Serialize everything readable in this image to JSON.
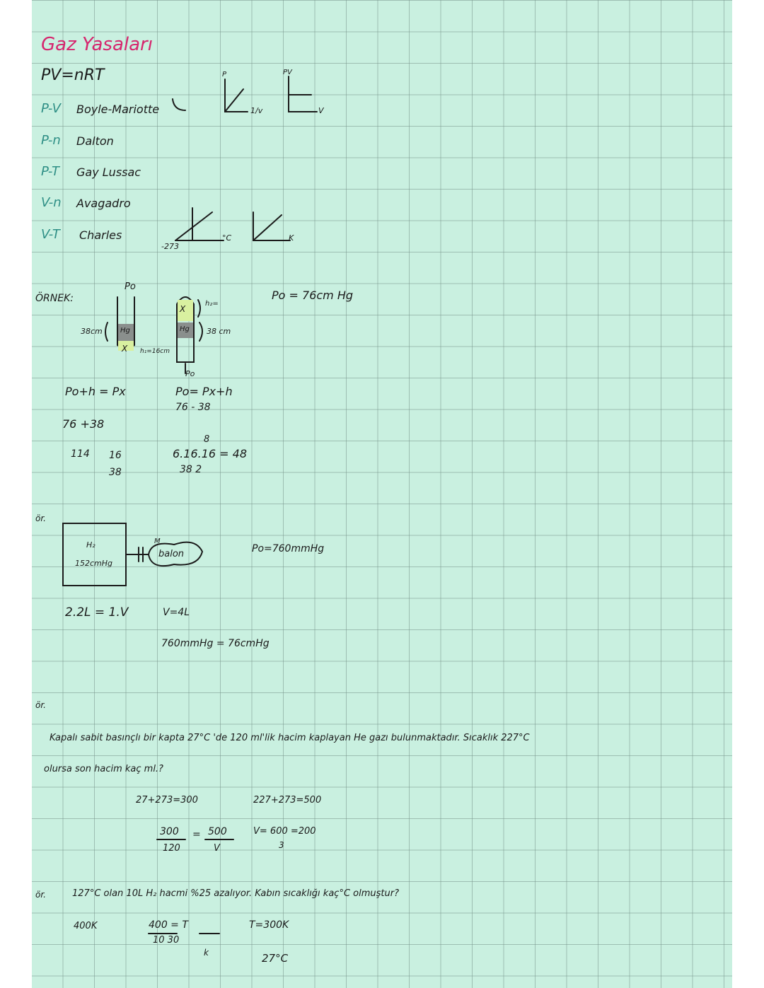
{
  "title": "Gaz Yasaları",
  "formula": "PV=nRT",
  "laws": [
    {
      "pair": "P-V",
      "name": "Boyle-Mariotte"
    },
    {
      "pair": "P-n",
      "name": "Dalton"
    },
    {
      "pair": "P-T",
      "name": "Gay Lussac"
    },
    {
      "pair": "V-n",
      "name": "Avagadro"
    },
    {
      "pair": "V-T",
      "name": "Charles"
    }
  ],
  "graph_labels": {
    "p": "P",
    "one_over_v": "1/v",
    "pv": "PV",
    "v": "V",
    "c": "°C",
    "k": "K",
    "minus273": "-273"
  },
  "example1": {
    "label": "ÖRNEK:",
    "p0_top": "Po",
    "h38": "38cm",
    "hg1": "Hg",
    "x1": "X",
    "h1": "h₁=16cm",
    "x2": "X",
    "h2": "h₂=",
    "hg2": "Hg",
    "h2val": "38 cm",
    "p0_bottom": "Po",
    "p0_given": "Po = 76cm Hg",
    "eq_left": "Po+h = Px",
    "sum": "76 +38",
    "v114": "114",
    "v16": "16",
    "v38": "38",
    "eq_right": "Po= Px+h",
    "eq_right_vals": "76 -   38",
    "eight": "8",
    "calc": "6.16.16 = 48",
    "denom": "38 2"
  },
  "example2": {
    "label": "ör.",
    "gas": "H₂",
    "pressure": "152cmHg",
    "valve": "M",
    "balloon": "balon",
    "p0": "Po=760mmHg",
    "eq": "2.2L = 1.V",
    "v": "V=4L",
    "conv": "760mmHg = 76cmHg"
  },
  "example3": {
    "label": "ör.",
    "line1": "Kapalı sabit basınçlı bir kapta 27°C 'de 120 ml'lik hacim kaplayan He gazı bulunmaktadır. Sıcaklık 227°C",
    "line2": "olursa son hacim kaç ml.?",
    "t1": "27+273=300",
    "t2": "227+273=500",
    "frac_left_num": "300",
    "frac_left_den": "120",
    "eq_sign": "=",
    "frac_right_num": "500",
    "frac_right_den": "V",
    "result_top": "V= 600 =200",
    "result_den": "3"
  },
  "example4": {
    "label": "ör.",
    "line": "127°C olan 10L H₂ hacmi %25 azalıyor. Kabın sıcaklığı kaç°C olmuştur?",
    "k": "400K",
    "frac_num": "400 = T",
    "frac_den": "10     30",
    "k_mark": "k",
    "t": "T=300K",
    "c": "27°C"
  }
}
